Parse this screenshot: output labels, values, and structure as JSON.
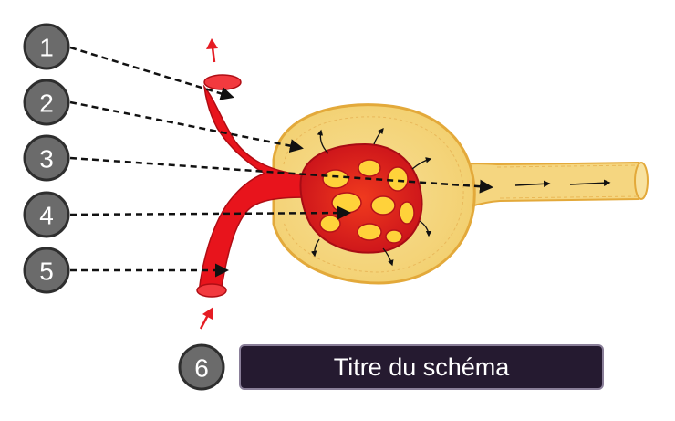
{
  "labels": [
    "1",
    "2",
    "3",
    "4",
    "5",
    "6"
  ],
  "title_box": {
    "text": "Titre du schéma"
  },
  "colors": {
    "badge_fill": "#6b6b6b",
    "badge_stroke": "#2e2e2e",
    "vessel": "#e8141c",
    "capsule": "#f5d680",
    "capsule_border": "#e3a93a",
    "glomerulus_core": "#ffd23a",
    "title_box_bg": "#251a30",
    "arrow_red": "#e51c23",
    "leader_line": "#111111"
  },
  "icons": [
    "arrow-up-icon",
    "arrow-down-icon"
  ]
}
